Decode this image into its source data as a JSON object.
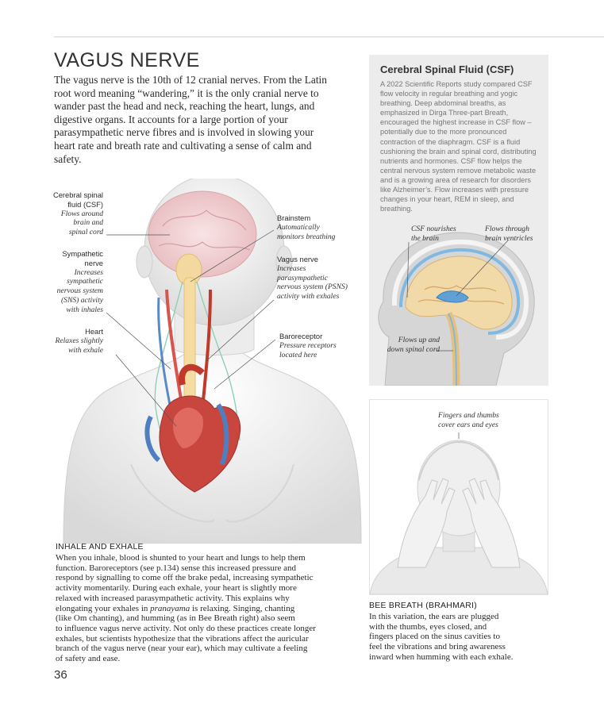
{
  "page": {
    "title": "VAGUS NERVE",
    "page_number": "36"
  },
  "intro": "The vagus nerve is the 10th of 12 cranial nerves. From the Latin root word meaning “wandering,” it is the only cranial nerve to wander past the head and neck, reaching the heart, lungs, and digestive organs. It accounts for a large portion of your parasympathetic nerve fibres and is involved in slowing your heart rate and breath rate and cultivating a sense of calm and safety.",
  "csf_panel": {
    "title": "Cerebral Spinal Fluid (CSF)",
    "text": "A 2022 Scientific Reports study compared CSF flow velocity in regular breathing and yogic breathing. Deep abdominal breaths, as emphasized in Dirga Three-part Breath, encouraged the highest increase in CSF flow – potentially due to the more pronounced contraction of the diaphragm. CSF is a fluid cushioning the brain and spinal cord, distributing nutrients and hormones. CSF flow helps the central nervous system remove metabolic waste and is a growing area of research for disorders like Alzheimer’s. Flow increases with pressure changes in your heart, REM in sleep, and breathing.",
    "labels": {
      "nourishes_line1": "CSF nourishes",
      "nourishes_line2": "the brain",
      "ventricles_line1": "Flows through",
      "ventricles_line2": "brain ventricles",
      "spinal_line1": "Flows up and",
      "spinal_line2": "down spinal cord"
    }
  },
  "anatomy_labels": {
    "csf": {
      "heading_line1": "Cerebral spinal",
      "heading_line2": "fluid (CSF)",
      "desc_line1": "Flows around",
      "desc_line2": "brain and",
      "desc_line3": "spinal cord"
    },
    "sympathetic": {
      "heading_line1": "Sympathetic",
      "heading_line2": "nerve",
      "desc_line1": "Increases",
      "desc_line2": "sympathetic",
      "desc_line3": "nervous system",
      "desc_line4": "(SNS) activity",
      "desc_line5": "with inhales"
    },
    "heart": {
      "heading": "Heart",
      "desc_line1": "Relaxes slightly",
      "desc_line2": "with exhale"
    },
    "brainstem": {
      "heading": "Brainstem",
      "desc_line1": "Automatically",
      "desc_line2": "monitors breathing"
    },
    "vagus": {
      "heading": "Vagus nerve",
      "desc_line1": "Increases",
      "desc_line2": "parasympathetic",
      "desc_line3": "nervous system (PSNS)",
      "desc_line4": "activity with exhales"
    },
    "baroreceptor": {
      "heading": "Baroreceptor",
      "desc_line1": "Pressure receptors",
      "desc_line2": "located here"
    }
  },
  "bee_panel": {
    "caption_line1": "Fingers and thumbs",
    "caption_line2": "cover ears and eyes"
  },
  "inhale_section": {
    "heading": "INHALE AND EXHALE",
    "line1": "When you inhale, blood is shunted to your heart and lungs to help them",
    "line2": "function. Baroreceptors (see p.134) sense this increased pressure and",
    "line3": "respond by signalling to come off the brake pedal, increasing sympathetic",
    "line4": "activity momentarily. During each exhale, your heart is slightly more",
    "line5": "relaxed with increased parasympathetic activity. This explains why",
    "line6_a": "elongating your exhales in ",
    "line6_em": "pranayama",
    "line6_b": " is relaxing. Singing, chanting",
    "line7": "(like Om chanting), and humming (as in Bee Breath right) also seem",
    "line8": "to influence vagus nerve activity. Not only do these practices create longer",
    "line9": "exhales, but scientists hypothesize that the vibrations affect the auricular",
    "line10": "branch of the vagus nerve (near your ear), which may cultivate a feeling",
    "line11": "of safety and ease."
  },
  "bee_section": {
    "heading": "BEE BREATH (BRAHMARI)",
    "line1": "In this variation, the ears are plugged",
    "line2": "with the thumbs, eyes closed, and",
    "line3": "fingers placed on the sinus cavities to",
    "line4": "feel the vibrations and bring awareness",
    "line5": "inward when humming with each exhale."
  }
}
